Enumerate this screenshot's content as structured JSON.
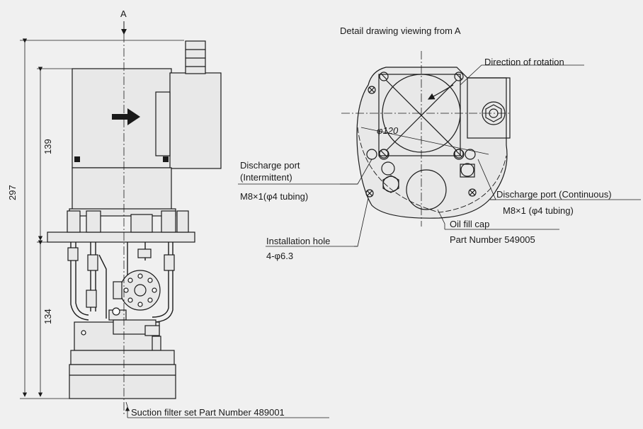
{
  "view_marker": "A",
  "detail_title": "Detail drawing viewing from A",
  "dimensions": {
    "overall": "297",
    "upper": "139",
    "lower": "134",
    "pcd": "φ120"
  },
  "callouts": {
    "direction": "Direction of rotation",
    "discharge_int_1": "Discharge port",
    "discharge_int_2": "(Intermittent)",
    "discharge_int_3": "M8×1(φ4 tubing)",
    "discharge_cont_1": "Discharge port (Continuous)",
    "discharge_cont_2": "M8×1 (φ4 tubing)",
    "oil_fill_1": "Oil fill cap",
    "oil_fill_2": "Part Number 549005",
    "install_1": "Installation hole",
    "install_2": "4-φ6.3",
    "suction": "Suction filter set Part Number 489001"
  },
  "colors": {
    "background": "#f0f0f0",
    "line": "#1a1a1a",
    "fill": "#e8e8e8"
  },
  "icons": [
    "rotation-arrow-icon",
    "flow-arrow-icon"
  ]
}
